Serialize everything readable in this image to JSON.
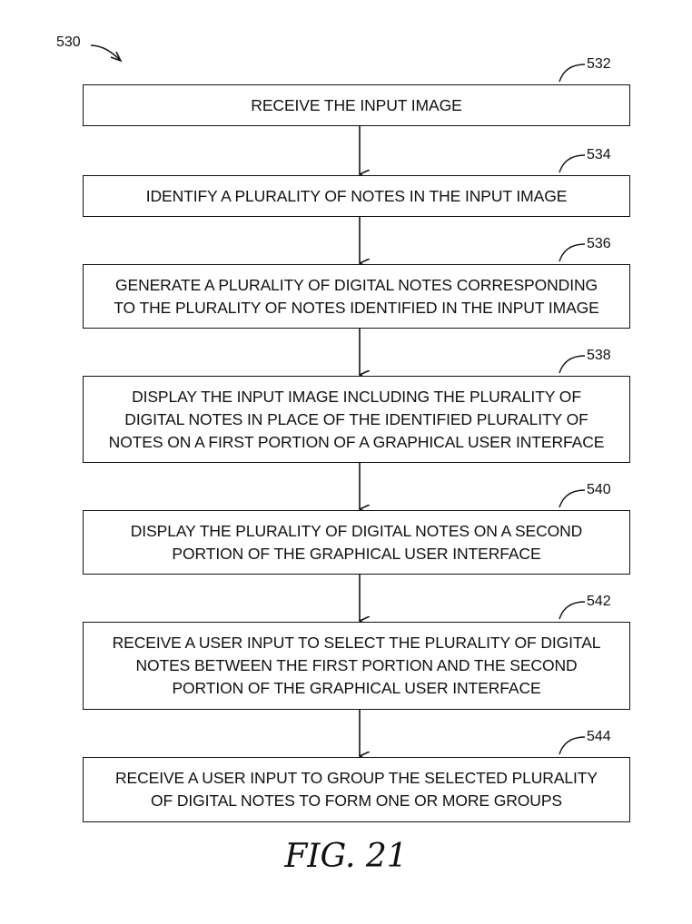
{
  "diagram": {
    "label": "530",
    "caption": "FIG. 21",
    "steps": [
      {
        "ref": "532",
        "text": "RECEIVE THE INPUT IMAGE"
      },
      {
        "ref": "534",
        "text": "IDENTIFY A PLURALITY OF NOTES IN THE INPUT IMAGE"
      },
      {
        "ref": "536",
        "text": "GENERATE A PLURALITY OF DIGITAL NOTES CORRESPONDING\nTO THE PLURALITY OF NOTES IDENTIFIED IN THE INPUT IMAGE"
      },
      {
        "ref": "538",
        "text": "DISPLAY THE INPUT IMAGE INCLUDING THE PLURALITY OF\nDIGITAL NOTES IN PLACE OF THE IDENTIFIED PLURALITY OF\nNOTES ON A FIRST PORTION OF A GRAPHICAL USER INTERFACE"
      },
      {
        "ref": "540",
        "text": "DISPLAY THE PLURALITY OF DIGITAL NOTES ON A SECOND\nPORTION OF THE GRAPHICAL USER INTERFACE"
      },
      {
        "ref": "542",
        "text": "RECEIVE A USER INPUT TO SELECT THE PLURALITY OF DIGITAL\nNOTES BETWEEN THE FIRST PORTION AND THE SECOND\nPORTION OF THE GRAPHICAL USER INTERFACE"
      },
      {
        "ref": "544",
        "text": "RECEIVE A USER INPUT TO GROUP THE SELECTED PLURALITY\nOF DIGITAL NOTES TO FORM ONE OR MORE GROUPS"
      }
    ]
  }
}
